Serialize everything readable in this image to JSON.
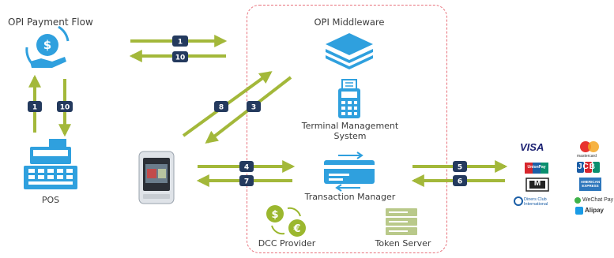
{
  "title": "OPI Payment Flow",
  "middleware_title": "OPI Middleware",
  "nodes": {
    "pos": "POS",
    "terminal_management": "Terminal Management System",
    "transaction_manager": "Transaction Manager",
    "dcc_provider": "DCC Provider",
    "token_server": "Token Server"
  },
  "steps": [
    "1",
    "10",
    "1",
    "10",
    "8",
    "3",
    "4",
    "7",
    "5",
    "6"
  ],
  "payment_brands": [
    "VISA",
    "mastercard",
    "UnionPay",
    "JCB",
    "M",
    "AMERICAN EXPRESS",
    "Diners Club International",
    "WeChat Pay",
    "Alipay"
  ],
  "colors": {
    "arrow": "#a3b83a",
    "badge": "#243a5e",
    "icon": "#2fa0de",
    "dcc": "#9bb72e",
    "token_server": "#b9c98a",
    "dashed_box": "#e7707a"
  }
}
